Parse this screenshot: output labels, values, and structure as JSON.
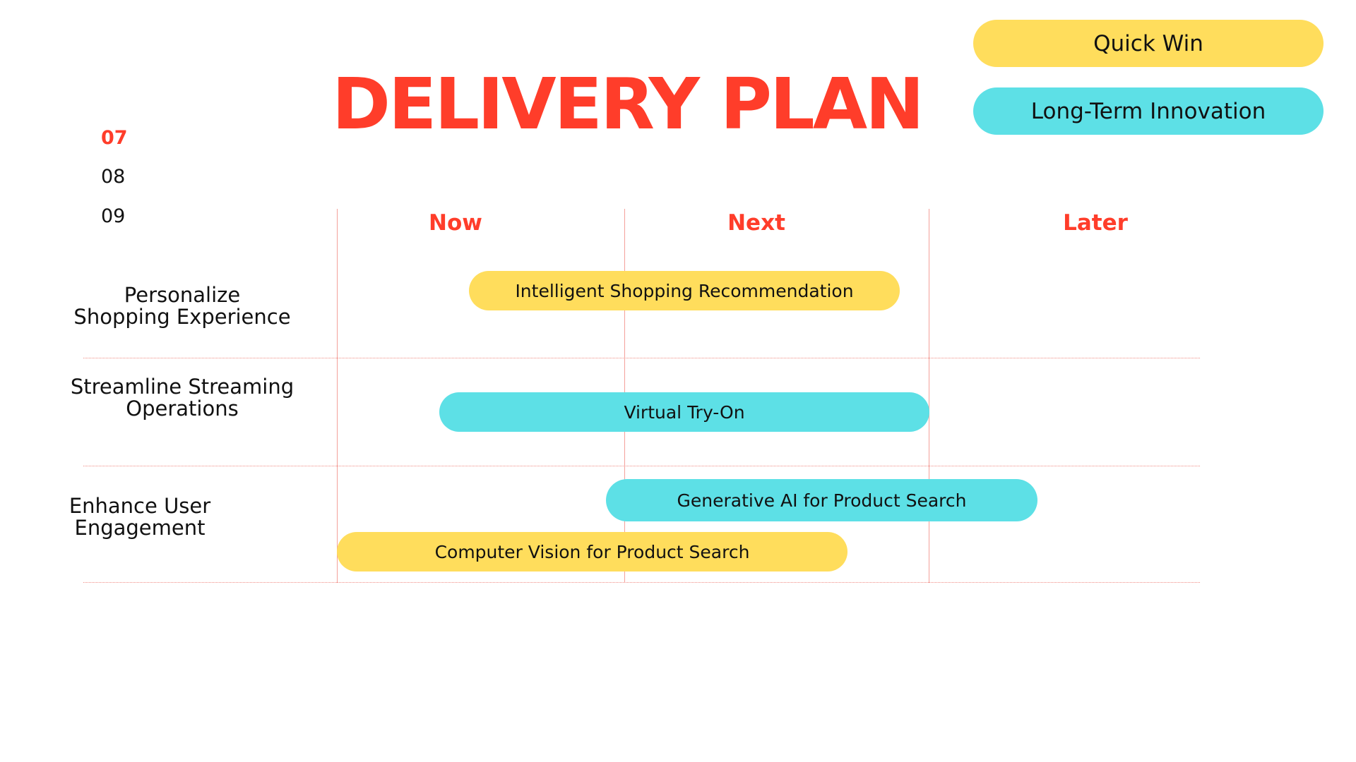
{
  "title": "DELIVERY PLAN",
  "slide_numbers": [
    {
      "label": "07",
      "active": true
    },
    {
      "label": "08",
      "active": false
    },
    {
      "label": "09",
      "active": false
    }
  ],
  "legend": {
    "quick_win": "Quick Win",
    "long_term": "Long-Term Innovation"
  },
  "phases": [
    "Now",
    "Next",
    "Later"
  ],
  "rows": [
    {
      "label_line1": "Personalize",
      "label_line2": "Shopping Experience"
    },
    {
      "label_line1": "Streamline Streaming",
      "label_line2": "Operations"
    },
    {
      "label_line1": "Enhance User",
      "label_line2": "Engagement"
    }
  ],
  "initiatives": [
    {
      "name": "Intelligent Shopping Recommendation",
      "category": "Quick Win"
    },
    {
      "name": "Virtual Try-On",
      "category": "Long-Term Innovation"
    },
    {
      "name": "Generative AI for Product Search",
      "category": "Long-Term Innovation"
    },
    {
      "name": "Computer Vision for Product Search",
      "category": "Quick Win"
    }
  ],
  "colors": {
    "accent": "#ff3d2a",
    "quick_win": "#ffdd5c",
    "long_term": "#5de0e6",
    "grid": "#f4a09a",
    "text": "#111111"
  }
}
